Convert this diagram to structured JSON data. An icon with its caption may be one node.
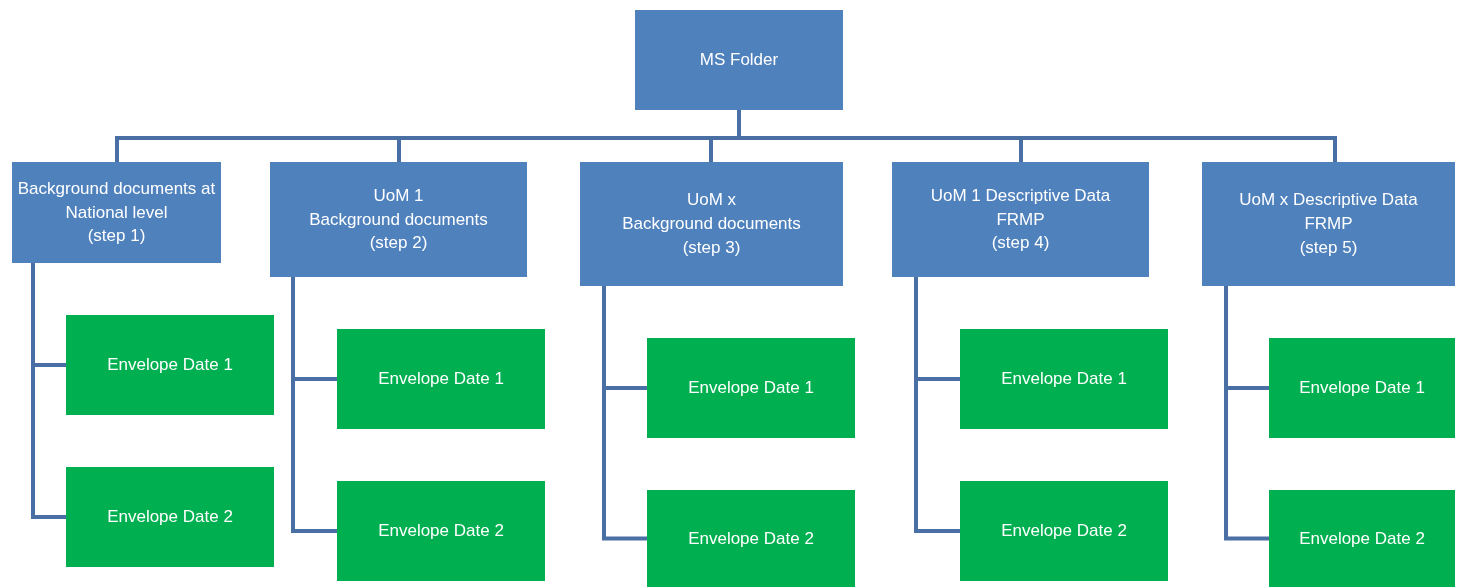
{
  "diagram": {
    "nodes": [
      {
        "text": [
          "MS Folder"
        ]
      },
      {
        "text": [
          "Background documents at National level",
          "(step 1)"
        ]
      },
      {
        "text": [
          "UoM 1",
          "Background documents",
          "(step 2)"
        ]
      },
      {
        "text": [
          "UoM x",
          "Background documents",
          "(step 3)"
        ]
      },
      {
        "text": [
          "UoM 1 Descriptive Data",
          "FRMP",
          "(step 4)"
        ]
      },
      {
        "text": [
          "UoM x Descriptive Data",
          "FRMP",
          "(step 5)"
        ]
      },
      {
        "text": [
          "Envelope Date 1"
        ]
      },
      {
        "text": [
          "Envelope Date 2"
        ]
      },
      {
        "text": [
          "Envelope Date 1"
        ]
      },
      {
        "text": [
          "Envelope Date 2"
        ]
      },
      {
        "text": [
          "Envelope Date 1"
        ]
      },
      {
        "text": [
          "Envelope Date 2"
        ]
      },
      {
        "text": [
          "Envelope Date 1"
        ]
      },
      {
        "text": [
          "Envelope Date 2"
        ]
      },
      {
        "text": [
          "Envelope Date 1"
        ]
      },
      {
        "text": [
          "Envelope Date 2"
        ]
      }
    ],
    "edges": [
      {
        "from": 0,
        "to": 1,
        "arrow": "none"
      },
      {
        "from": 0,
        "to": 2,
        "arrow": "none"
      },
      {
        "from": 0,
        "to": 3,
        "arrow": "none"
      },
      {
        "from": 0,
        "to": 4,
        "arrow": "none"
      },
      {
        "from": 0,
        "to": 5,
        "arrow": "none"
      },
      {
        "from": 1,
        "to": 6,
        "arrow": "none"
      },
      {
        "from": 1,
        "to": 7,
        "arrow": "none"
      },
      {
        "from": 2,
        "to": 8,
        "arrow": "none"
      },
      {
        "from": 2,
        "to": 9,
        "arrow": "none"
      },
      {
        "from": 3,
        "to": 10,
        "arrow": "none"
      },
      {
        "from": 3,
        "to": 11,
        "arrow": "none"
      },
      {
        "from": 4,
        "to": 12,
        "arrow": "none"
      },
      {
        "from": 4,
        "to": 13,
        "arrow": "none"
      },
      {
        "from": 5,
        "to": 14,
        "arrow": "none"
      },
      {
        "from": 5,
        "to": 15,
        "arrow": "none"
      }
    ]
  }
}
